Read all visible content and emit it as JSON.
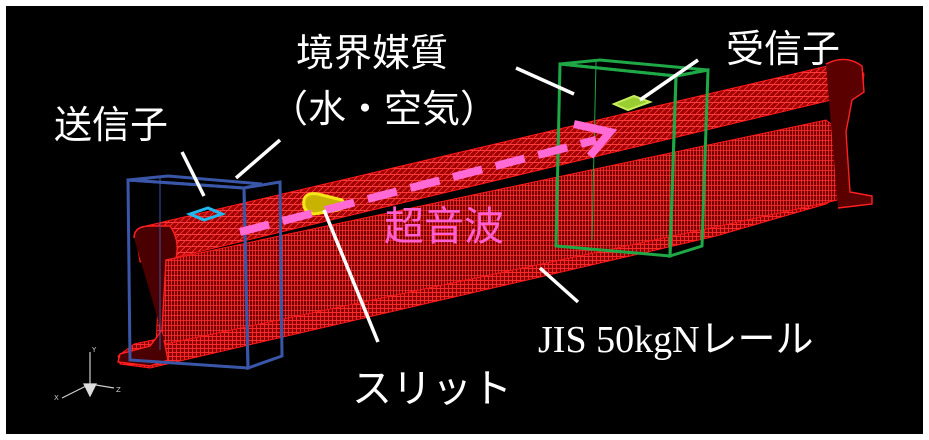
{
  "labels": {
    "medium": "境界媒質",
    "medium_sub": "（水・空気）",
    "transmitter": "送信子",
    "receiver": "受信子",
    "wave": "超音波",
    "slit": "スリット",
    "rail": "JIS 50kgNレール"
  },
  "axes": {
    "y": "Y",
    "x": "X",
    "z": "Z"
  },
  "colors": {
    "background": "#000000",
    "rail_mesh": "#ff1a1a",
    "transmitter_box": "#3a56a8",
    "receiver_box": "#1fa846",
    "transmitter_sensor": "#21b8f0",
    "receiver_sensor": "#9acd32",
    "slit": "#f5e61a",
    "wave_arrow": "#ff6ad5",
    "wave_text": "#ff5fd0",
    "label_text": "#ffffff"
  },
  "icons": [
    "coordinate-axes-icon"
  ]
}
